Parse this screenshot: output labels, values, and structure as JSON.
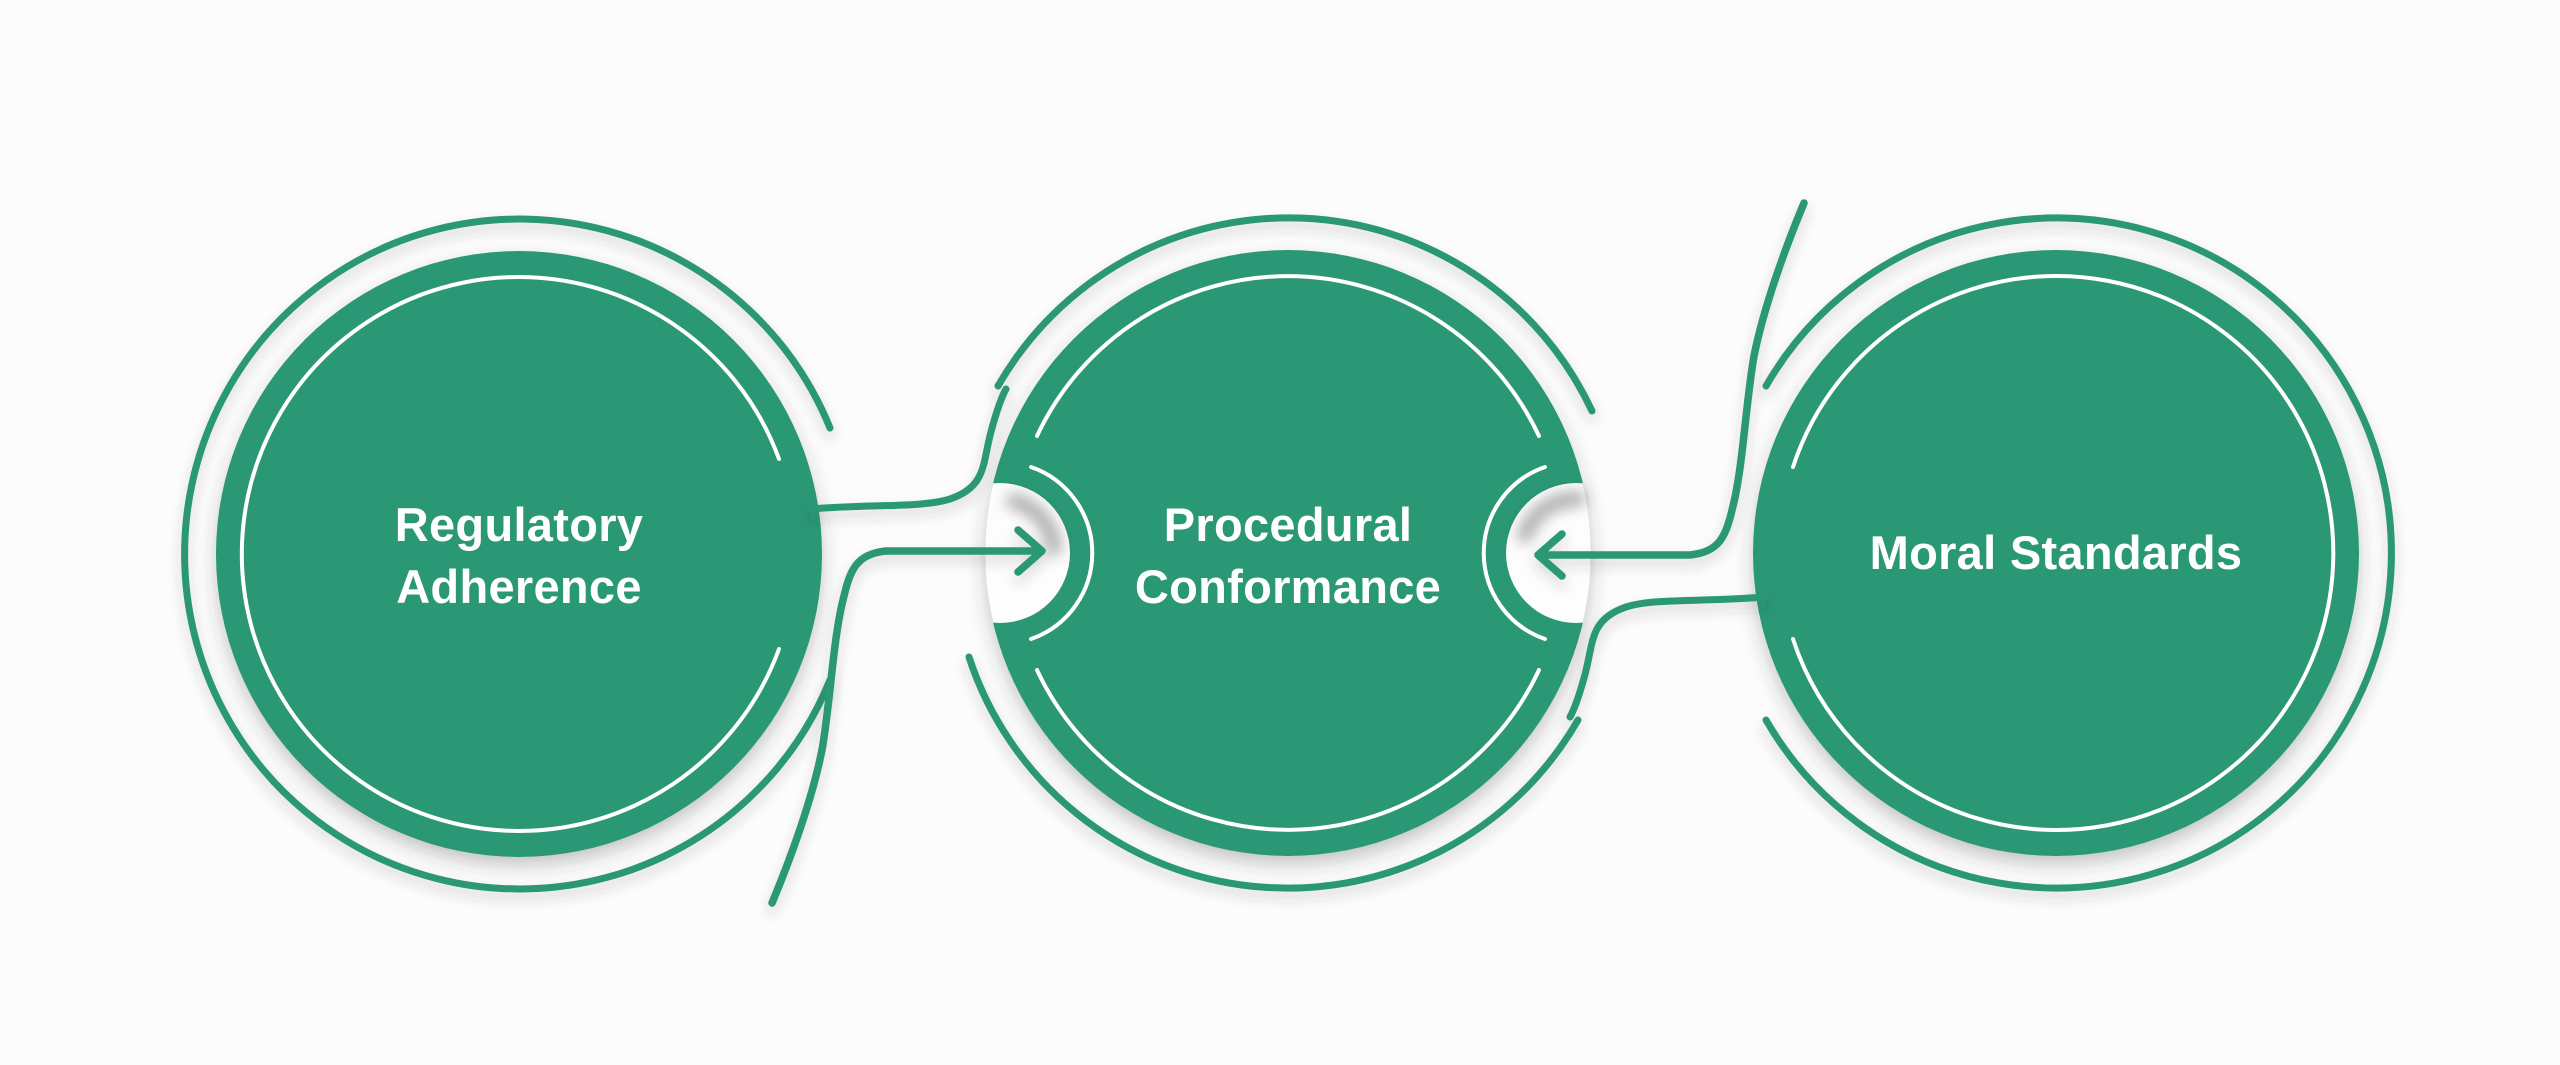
{
  "diagram": {
    "background_color": "#fcfcfc",
    "node_fill_color": "#2a9774",
    "outline_color": "#2a9774",
    "inner_ring_color": "#ffffff",
    "label_color": "#ffffff",
    "nodes": [
      {
        "id": "regulatory-adherence",
        "label": "Regulatory Adherence"
      },
      {
        "id": "procedural-conformance",
        "label": "Procedural Conformance"
      },
      {
        "id": "moral-standards",
        "label": "Moral Standards"
      }
    ],
    "connectors": [
      {
        "from": "Regulatory Adherence",
        "to": "Procedural Conformance",
        "arrow_direction": "right",
        "icon": "arrow-right-icon"
      },
      {
        "from": "Moral Standards",
        "to": "Procedural Conformance",
        "arrow_direction": "left",
        "icon": "arrow-left-icon"
      }
    ]
  }
}
